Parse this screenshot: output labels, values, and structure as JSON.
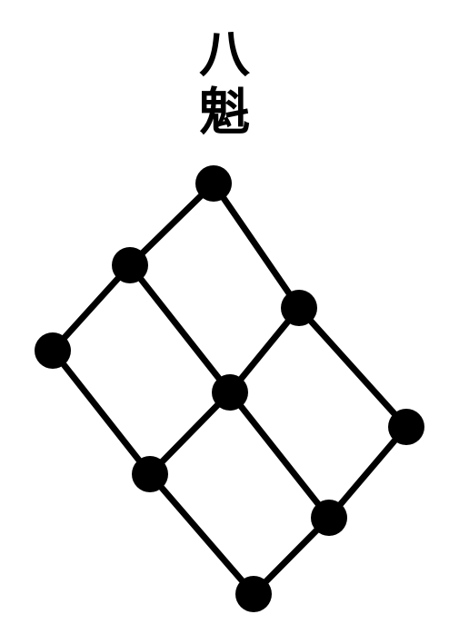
{
  "title": {
    "line1": "八",
    "line2": "魁"
  },
  "diagram": {
    "nodes": [
      {
        "id": "n1"
      },
      {
        "id": "n2"
      },
      {
        "id": "n3"
      },
      {
        "id": "n4"
      },
      {
        "id": "n5"
      },
      {
        "id": "n6"
      },
      {
        "id": "n7"
      },
      {
        "id": "n8"
      },
      {
        "id": "n9"
      }
    ],
    "edges": [
      [
        "n1",
        "n2"
      ],
      [
        "n1",
        "n3"
      ],
      [
        "n2",
        "n4"
      ],
      [
        "n2",
        "n5"
      ],
      [
        "n3",
        "n5"
      ],
      [
        "n3",
        "n6"
      ],
      [
        "n4",
        "n7"
      ],
      [
        "n5",
        "n7"
      ],
      [
        "n5",
        "n8"
      ],
      [
        "n6",
        "n8"
      ],
      [
        "n7",
        "n9"
      ],
      [
        "n8",
        "n9"
      ]
    ],
    "colors": {
      "line": "#000000",
      "node": "#000000",
      "background": "#ffffff"
    }
  }
}
